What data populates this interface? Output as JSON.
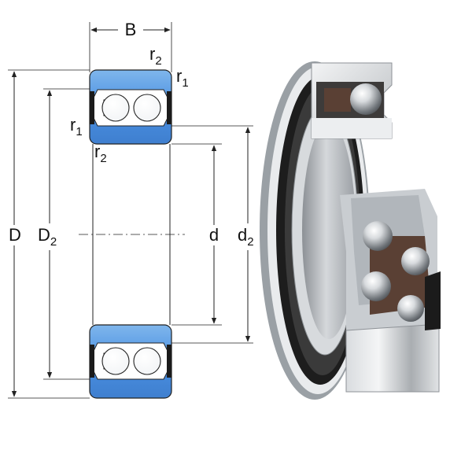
{
  "labels": {
    "B": "B",
    "D": "D",
    "D2_main": "D",
    "D2_sub": "2",
    "d": "d",
    "d2_main": "d",
    "d2_sub": "2",
    "r1_main": "r",
    "r1_sub": "1",
    "r2_main": "r",
    "r2_sub": "2"
  },
  "colors": {
    "ring_fill": "#4a90e2",
    "ring_light": "#8ec3f0",
    "outline": "#222222",
    "steel_light": "#e6e8ea",
    "steel_mid": "#b5b9bd",
    "steel_dark": "#6c7075",
    "seal_black": "#1b1b1b",
    "cage_brown": "#5a4034"
  },
  "icons": {
    "cross_section": "bearing-cross-section-drawing",
    "render": "self-aligning-ball-bearing-render"
  }
}
